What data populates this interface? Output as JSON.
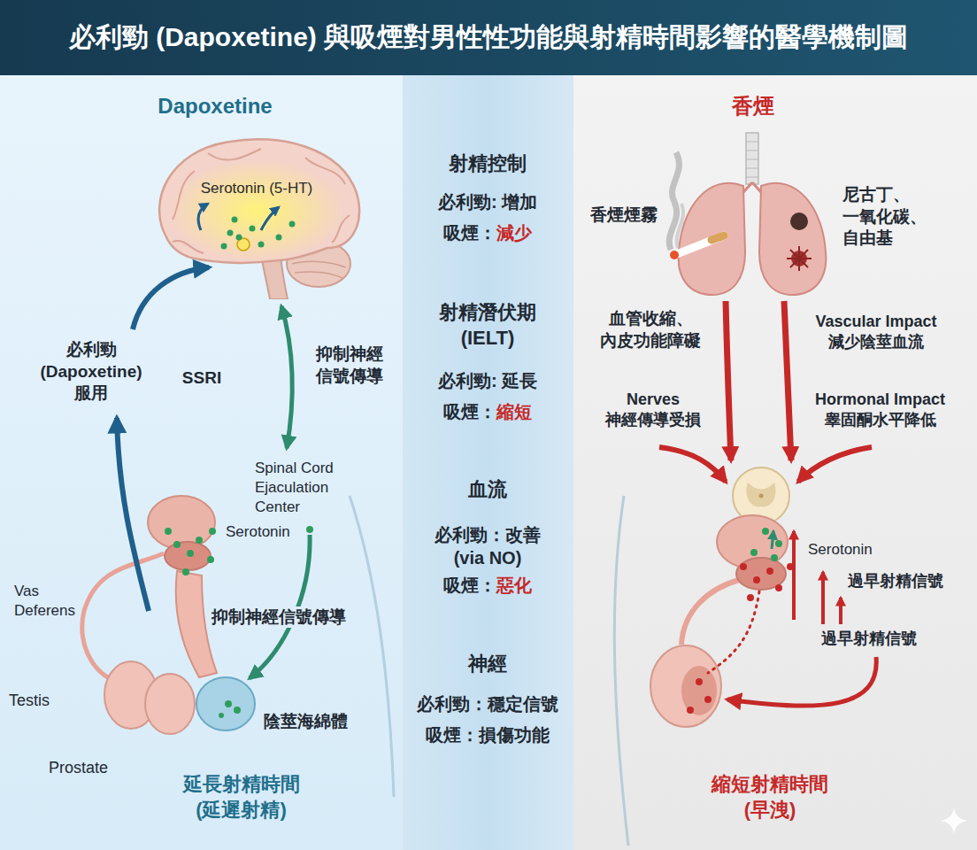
{
  "diagram": {
    "title": "必利勁 (Dapoxetine) 與吸煙對男性性功能與射精時間影響的醫學機制圖",
    "nodes": [
      {
        "text": [
          "Dapoxetine",
          "延長射精時間 (延遲射精)"
        ]
      },
      {
        "text": [
          "Serotonin (5-HT)"
        ],
        "in": 0
      },
      {
        "text": [
          "香煙",
          "縮短射精時間 (早洩)"
        ]
      }
    ],
    "labels": [
      "必利勁 (Dapoxetine) 服用",
      "SSRI",
      "抑制神經 信號傳導",
      "Spinal Cord Ejaculation Center",
      "Serotonin",
      "Vas Deferens",
      "抑制神經信號傳導",
      "Testis",
      "陰莖海綿體",
      "Prostate",
      "射精控制",
      "必利勁: 增加",
      "吸煙：",
      "減少",
      "射精潛伏期 (IELT)",
      "必利勁: 延長",
      "吸煙：",
      "縮短",
      "血流",
      "必利勁：改善 (via NO)",
      "吸煙：",
      "惡化",
      "神經",
      "必利勁：穩定信號",
      "吸煙：損傷功能",
      "香煙煙霧",
      "尼古丁、 一氧化碳、 自由基",
      "血管收縮、 內皮功能障礙",
      "Vascular Impact 減少陰莖血流",
      "Nerves 神經傳導受損",
      "Hormonal Impact 睾固酮水平降低",
      "Serotonin",
      "過早射精信號",
      "過早射精信號"
    ]
  }
}
